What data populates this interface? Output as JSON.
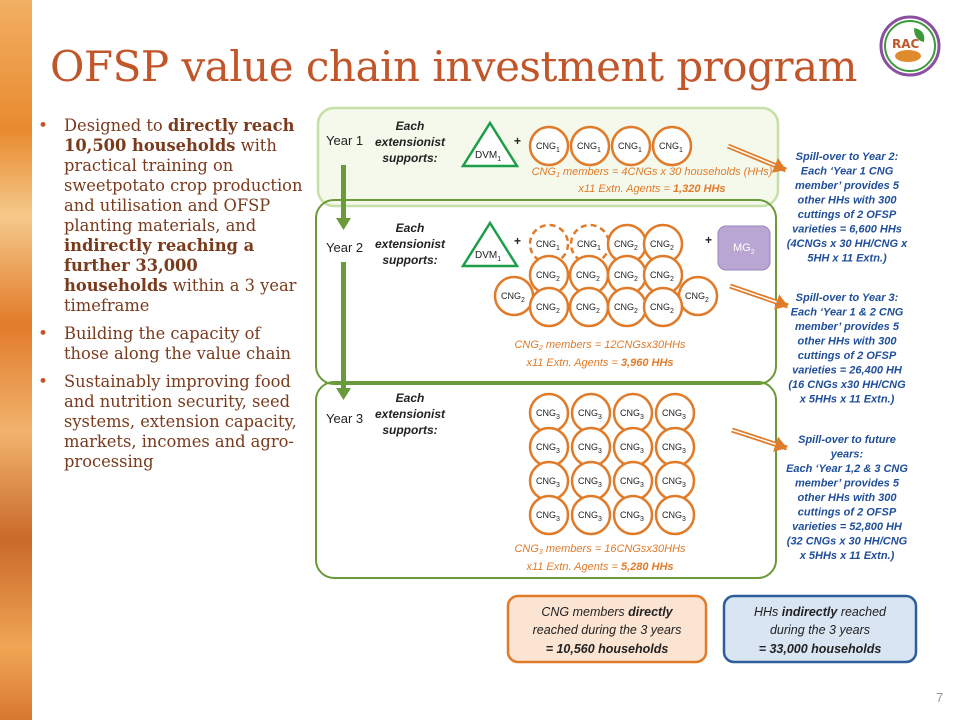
{
  "slide": {
    "title": "OFSP value chain investment program",
    "page_number": "7",
    "logo_text": "RAC"
  },
  "bullets": [
    {
      "parts": [
        {
          "t": "Designed to ",
          "b": false
        },
        {
          "t": "directly reach 10,500 households",
          "b": true
        },
        {
          "t": " with practical training on sweetpotato crop production and utilisation and OFSP planting materials, and ",
          "b": false
        },
        {
          "t": "indirectly reaching a further 33,000 households",
          "b": true
        },
        {
          "t": " within a 3 year timeframe",
          "b": false
        }
      ]
    },
    {
      "parts": [
        {
          "t": "Building the capacity of those along the value chain",
          "b": false
        }
      ]
    },
    {
      "parts": [
        {
          "t": "Sustainably improving food and nutrition security, seed systems, extension capacity, markets, incomes and agro-processing",
          "b": false
        }
      ]
    }
  ],
  "diagram": {
    "colors": {
      "orange": "#e07b2a",
      "green_light": "#c6e0a8",
      "green_dark": "#6a9a3a",
      "dvm_green": "#1f9e4a",
      "blue_text": "#1f4e9a",
      "mg_purple": "#b9a6d3",
      "arrow_green": "#6a9a3a"
    },
    "years": [
      {
        "label": "Year 1",
        "extension_text": [
          "Each",
          "extensionist",
          "supports:"
        ],
        "dvm": "DVM",
        "dvm_sub": "1",
        "plus": "+",
        "note": [
          "CNG",
          "1",
          " members = 4CNGs x 30 households (HHs)"
        ],
        "note2_prefix": "x11 Extn. Agents  = ",
        "note2_value": "1,320 HHs"
      },
      {
        "label": "Year 2",
        "extension_text": [
          "Each",
          "extensionist",
          "supports:"
        ],
        "dvm": "DVM",
        "dvm_sub": "1",
        "plus": "+",
        "plus2": "+",
        "mg": "MG",
        "mg_sub": "2",
        "note": [
          "CNG",
          "2",
          " members = 12CNGsx30HHs"
        ],
        "note2_prefix": "x11 Extn. Agents  = ",
        "note2_value": "3,960 HHs"
      },
      {
        "label": "Year 3",
        "extension_text": [
          "Each",
          "extensionist",
          "supports:"
        ],
        "note": [
          "CNG",
          "3",
          " members = 16CNGsx30HHs"
        ],
        "note2_prefix": "x11 Extn. Agents  = ",
        "note2_value": "5,280 HHs"
      }
    ],
    "cng_label": "CNG",
    "spillovers": [
      {
        "lines": [
          "Spill-over to Year 2:",
          "Each ‘Year 1 CNG",
          "member’ provides 5",
          "other HHs with 300",
          "cuttings of 2 OFSP",
          "varieties = 6,600 HHs",
          "(4CNGs x 30 HH/CNG x",
          "5HH x 11 Extn.)"
        ]
      },
      {
        "lines": [
          "Spill-over to Year 3:",
          "Each ‘Year 1 & 2 CNG",
          "member’ provides 5",
          "other HHs with 300",
          "cuttings of 2 OFSP",
          "varieties = 26,400 HH",
          "(16 CNGs x30 HH/CNG",
          "x 5HHs x 11 Extn.)"
        ]
      },
      {
        "lines": [
          "Spill-over to future",
          "years:",
          "Each ‘Year 1,2 & 3 CNG",
          "member’ provides 5",
          "other HHs with 300",
          "cuttings of 2 OFSP",
          "varieties = 52,800 HH",
          "(32 CNGs x 30 HH/CNG",
          "x 5HHs x 11 Extn.)"
        ]
      }
    ],
    "summary_direct": {
      "l1a": "CNG members ",
      "l1b": "directly",
      "l2": "reached during the 3 years",
      "l3": "= 10,560 households"
    },
    "summary_indirect": {
      "l1a": "HHs ",
      "l1b": "indirectly",
      "l1c": " reached",
      "l2": "during the 3 years",
      "l3": "= 33,000 households"
    }
  }
}
